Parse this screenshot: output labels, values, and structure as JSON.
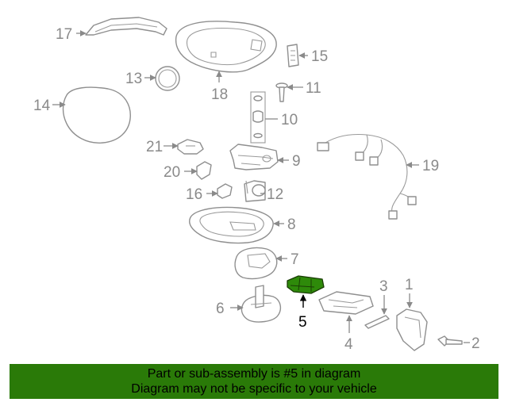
{
  "diagram": {
    "callouts": {
      "c1": "1",
      "c2": "2",
      "c3": "3",
      "c4": "4",
      "c5": "5",
      "c6": "6",
      "c7": "7",
      "c8": "8",
      "c9": "9",
      "c10": "10",
      "c11": "11",
      "c12": "12",
      "c13": "13",
      "c14": "14",
      "c15": "15",
      "c16": "16",
      "c17": "17",
      "c18": "18",
      "c19": "19",
      "c20": "20",
      "c21": "21"
    },
    "highlighted_part": "5",
    "colors": {
      "highlight_fill": "#2e8a0a",
      "banner_bg": "#2a7a08",
      "line_gray": "#8a8a8a"
    }
  },
  "banner": {
    "line1": "Part or sub-assembly is #5 in diagram",
    "line2": "Diagram may not be specific to your vehicle"
  }
}
